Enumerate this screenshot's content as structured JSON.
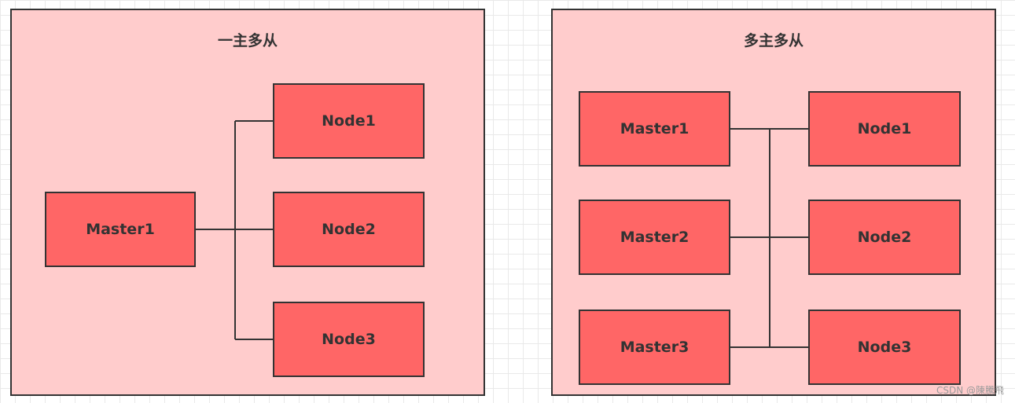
{
  "left_panel": {
    "title": "一主多从",
    "master": "Master1",
    "nodes": [
      "Node1",
      "Node2",
      "Node3"
    ]
  },
  "right_panel": {
    "title": "多主多从",
    "masters": [
      "Master1",
      "Master2",
      "Master3"
    ],
    "nodes": [
      "Node1",
      "Node2",
      "Node3"
    ]
  },
  "watermark": "CSDN @陳騰飛",
  "colors": {
    "panel_fill": "#ffcccc",
    "node_fill": "#ff6666",
    "stroke": "#333333"
  }
}
